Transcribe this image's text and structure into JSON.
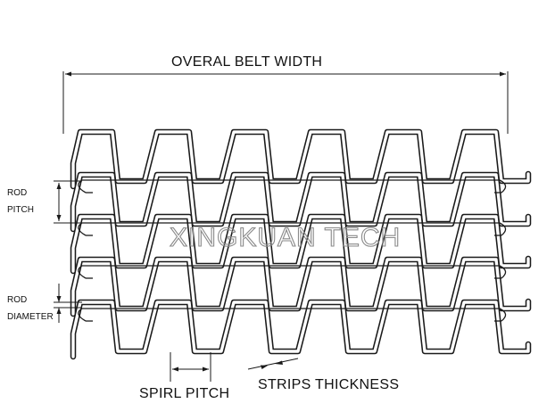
{
  "labels": {
    "overall_width": "OVERAL BELT WIDTH",
    "rod_pitch_line1": "ROD",
    "rod_pitch_line2": "PITCH",
    "rod_diameter_line1": "ROD",
    "rod_diameter_line2": "DIAMETER",
    "spiral_pitch": "SPIRL PITCH",
    "strips_thickness": "STRIPS THICKNESS"
  },
  "watermark": "XINGKUAN TECH",
  "colors": {
    "line": "#1a1a1a",
    "strip_fill": "#ffffff",
    "watermark_outline": "#8a8a8a",
    "background": "#ffffff"
  }
}
